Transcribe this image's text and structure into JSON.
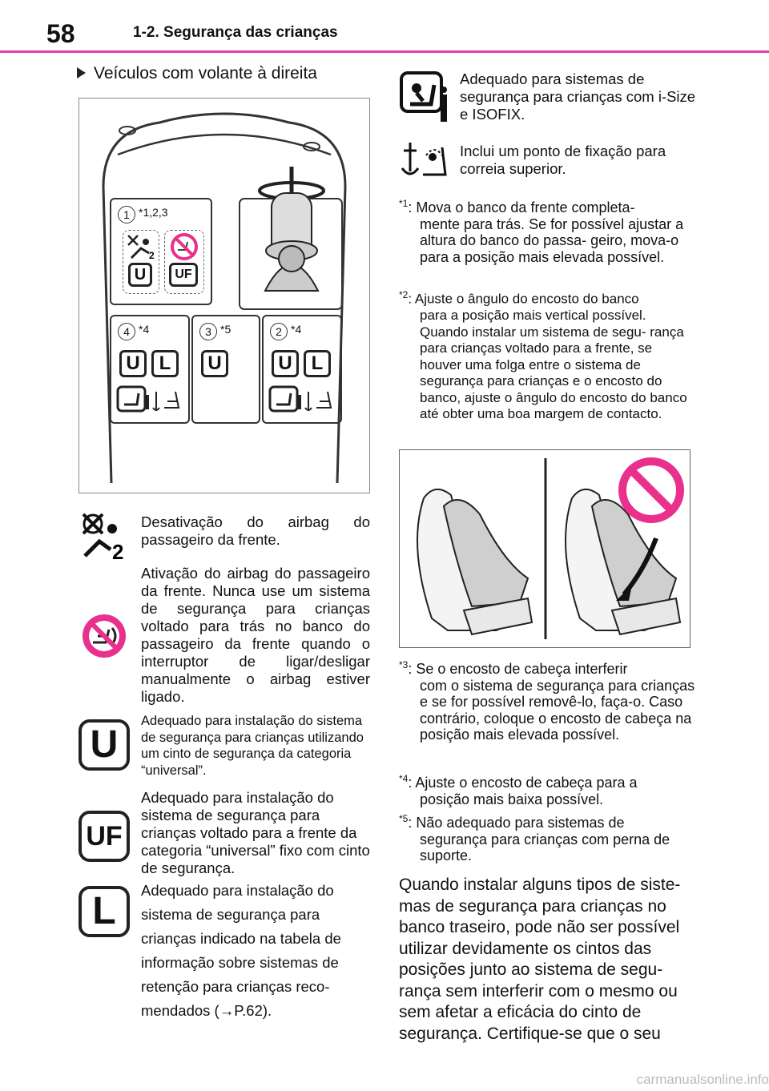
{
  "header": {
    "page_number": "58",
    "chapter": "1-2. Segurança das crianças"
  },
  "section_title": "Veículos com volante à direita",
  "diagram": {
    "positions": [
      {
        "number": "1",
        "note": "*1,2,3",
        "badges": [
          "U",
          "UF"
        ]
      },
      {
        "number": "4",
        "note": "*4",
        "badges": [
          "U",
          "L"
        ]
      },
      {
        "number": "3",
        "note": "*5",
        "badges": [
          "U"
        ]
      },
      {
        "number": "2",
        "note": "*4",
        "badges": [
          "U",
          "L"
        ]
      }
    ]
  },
  "legend": {
    "airbag_off": "Desativação do airbag do passageiro da frente.",
    "airbag_on": "Ativação do airbag do passageiro da frente. Nunca use um sistema de segurança para crianças voltado para trás no banco do passageiro da frente quando o interruptor de ligar/desligar manualmente o airbag estiver ligado.",
    "u_icon": "U",
    "u_text": "Adequado para instalação do sistema de segurança para crianças utilizando um cinto de segurança da categoria “universal”.",
    "uf_icon": "UF",
    "uf_text": "Adequado para instalação do sistema de segurança para crianças voltado para a frente da categoria “universal” fixo com cinto de segurança.",
    "l_icon": "L",
    "l_text_1": "Adequado para instalação do",
    "l_text_2": "sistema de segurança para",
    "l_text_3": "crianças indicado na tabela de",
    "l_text_4": "informação sobre sistemas de",
    "l_text_5": "retenção para crianças reco-",
    "l_text_6": "mendados (→P.62).",
    "isize_text": "Adequado para sistemas de segurança para crianças com i-Size e ISOFIX.",
    "tether_text": "Inclui um ponto de fixação para correia superior."
  },
  "notes": {
    "n1_mark": "*1",
    "n1_a": ": Mova o banco da frente completa-",
    "n1_b": "mente para trás. Se for possível ajustar a altura do banco do passa- geiro, mova-o para a posição mais elevada possível.",
    "n2_mark": "*2",
    "n2_a": ": Ajuste o ângulo do encosto do banco",
    "n2_b": "para a posição mais vertical possível. Quando instalar um sistema de segu- rança para crianças voltado para a frente, se houver uma folga entre o sistema de segurança para crianças e o encosto do banco, ajuste o ângulo do encosto do banco até obter uma boa margem de contacto.",
    "n3_mark": "*3",
    "n3_a": ": Se o encosto de cabeça interferir",
    "n3_b": "com o sistema de segurança para crianças e se for possível removê-lo, faça-o. Caso contrário, coloque o encosto de cabeça na posição mais elevada possível.",
    "n4_mark": "*4",
    "n4_a": ": Ajuste o encosto de cabeça para a",
    "n4_b": "posição mais baixa possível.",
    "n5_mark": "*5",
    "n5_a": ": Não adequado para sistemas de",
    "n5_b": "segurança para crianças com perna de suporte."
  },
  "body_paragraph": "Quando instalar alguns tipos de siste- mas de segurança para crianças no banco traseiro, pode não ser possível utilizar devidamente os cintos das posições junto ao sistema de segu- rança sem interferir com o mesmo ou sem afetar a eficácia do cinto de segurança. Certifique-se que o seu",
  "footer": "carmanualsonline.info",
  "colors": {
    "accent": "#e040b0",
    "prohibit": "#e8308c"
  }
}
